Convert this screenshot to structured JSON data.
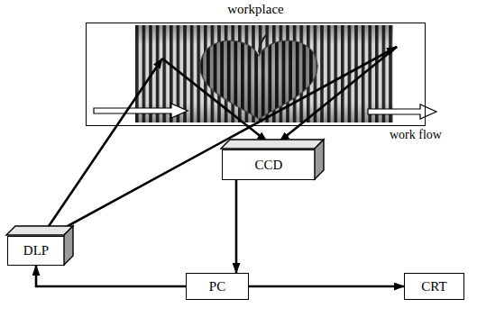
{
  "diagram": {
    "nodes": [
      {
        "text": [
          "workplace"
        ]
      },
      {
        "text": [
          "DLP"
        ]
      },
      {
        "text": [
          "CCD"
        ]
      },
      {
        "text": [
          "PC"
        ]
      },
      {
        "text": [
          "CRT"
        ]
      }
    ],
    "edges": [
      {
        "from": 1,
        "to": 0,
        "arrow": "to"
      },
      {
        "from": 1,
        "to": 0,
        "arrow": "to"
      },
      {
        "from": 0,
        "to": 2,
        "arrow": "to"
      },
      {
        "from": 0,
        "to": 2,
        "arrow": "to"
      },
      {
        "from": 2,
        "to": 3,
        "arrow": "to"
      },
      {
        "from": 3,
        "to": 4,
        "arrow": "to"
      },
      {
        "from": 3,
        "to": 1,
        "arrow": "to"
      }
    ],
    "labels": [
      "work flow"
    ]
  }
}
